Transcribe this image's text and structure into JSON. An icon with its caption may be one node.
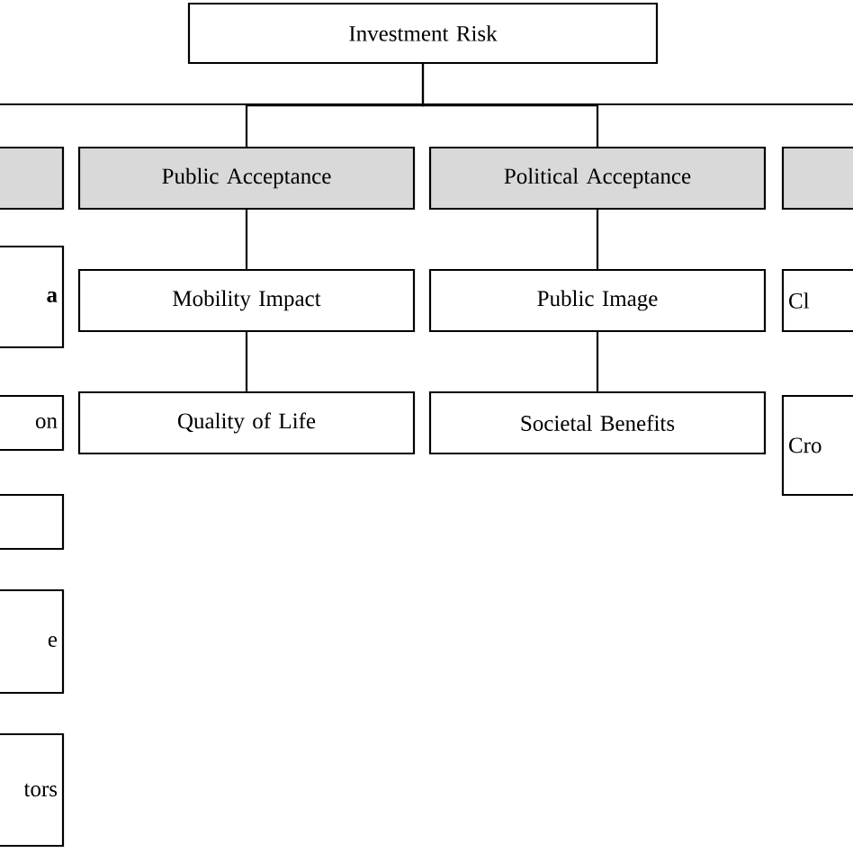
{
  "diagram": {
    "nodes": [
      {
        "text": [
          "Investment Risk"
        ]
      },
      {
        "text": [],
        "shape": "box"
      },
      {
        "text": [
          "Public Acceptance"
        ]
      },
      {
        "text": [
          "Political Acceptance"
        ]
      },
      {
        "text": [],
        "shape": "box"
      },
      {
        "text": [
          "a"
        ]
      },
      {
        "text": [
          "Mobility Impact"
        ]
      },
      {
        "text": [
          "Public Image"
        ]
      },
      {
        "text": [
          "Cl"
        ]
      },
      {
        "text": [
          "on"
        ]
      },
      {
        "text": [
          "Quality of Life"
        ]
      },
      {
        "text": [
          "Societal Benefits"
        ]
      },
      {
        "text": [
          "Cro"
        ]
      },
      {
        "text": [],
        "shape": "box"
      },
      {
        "text": [
          "e"
        ]
      },
      {
        "text": [
          "tors"
        ]
      }
    ],
    "edges": [
      {
        "from": 0,
        "to": 2,
        "arrow": "none"
      },
      {
        "from": 0,
        "to": 3,
        "arrow": "none"
      },
      {
        "from": 2,
        "to": 6,
        "arrow": "none"
      },
      {
        "from": 6,
        "to": 10,
        "arrow": "none"
      },
      {
        "from": 3,
        "to": 7,
        "arrow": "none"
      },
      {
        "from": 7,
        "to": 11,
        "arrow": "none"
      }
    ]
  }
}
